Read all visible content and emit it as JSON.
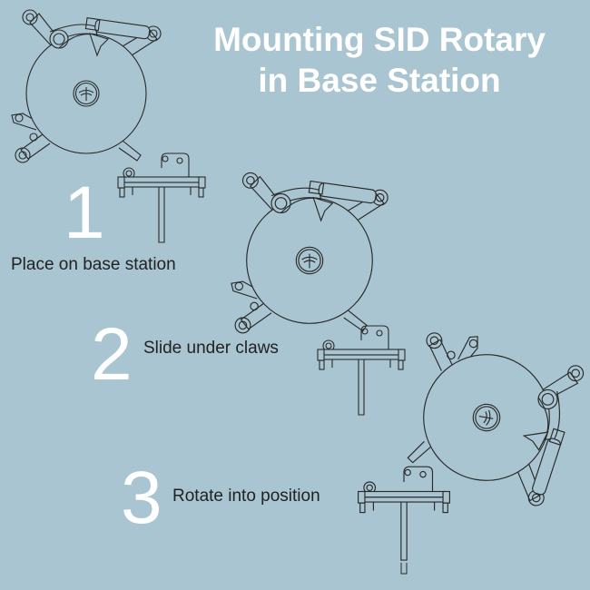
{
  "title": {
    "line1": "Mounting SID Rotary",
    "line2": "in Base Station"
  },
  "steps": [
    {
      "number": "1",
      "caption": "Place on base station"
    },
    {
      "number": "2",
      "caption": "Slide under claws"
    },
    {
      "number": "3",
      "caption": "Rotate into position"
    }
  ],
  "colors": {
    "background": "#a9c5d1",
    "line": "#2a2a2a",
    "title": "#ffffff"
  }
}
